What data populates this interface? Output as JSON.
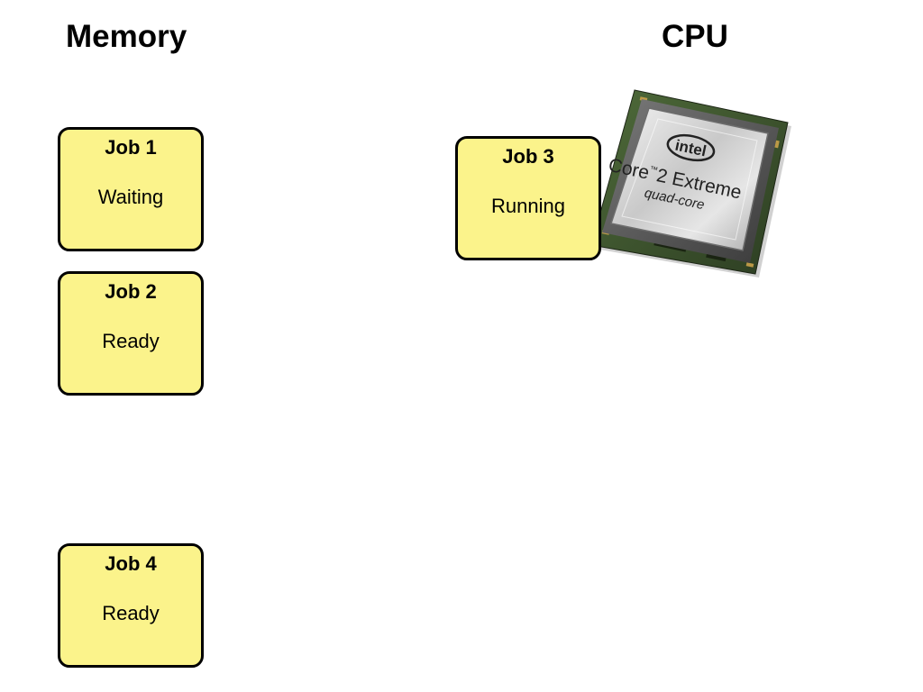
{
  "headings": {
    "memory": "Memory",
    "cpu": "CPU"
  },
  "job_color": "#fbf38b",
  "jobs": {
    "job1": {
      "name": "Job 1",
      "state": "Waiting"
    },
    "job2": {
      "name": "Job 2",
      "state": "Ready"
    },
    "job3": {
      "name": "Job 3",
      "state": "Running"
    },
    "job4": {
      "name": "Job 4",
      "state": "Ready"
    }
  },
  "cpu_chip": {
    "icon": "cpu-chip-icon",
    "brand": "intel",
    "model": "Core",
    "model_tm": "™",
    "model_2": "2 Extreme",
    "variant": "quad-core"
  }
}
